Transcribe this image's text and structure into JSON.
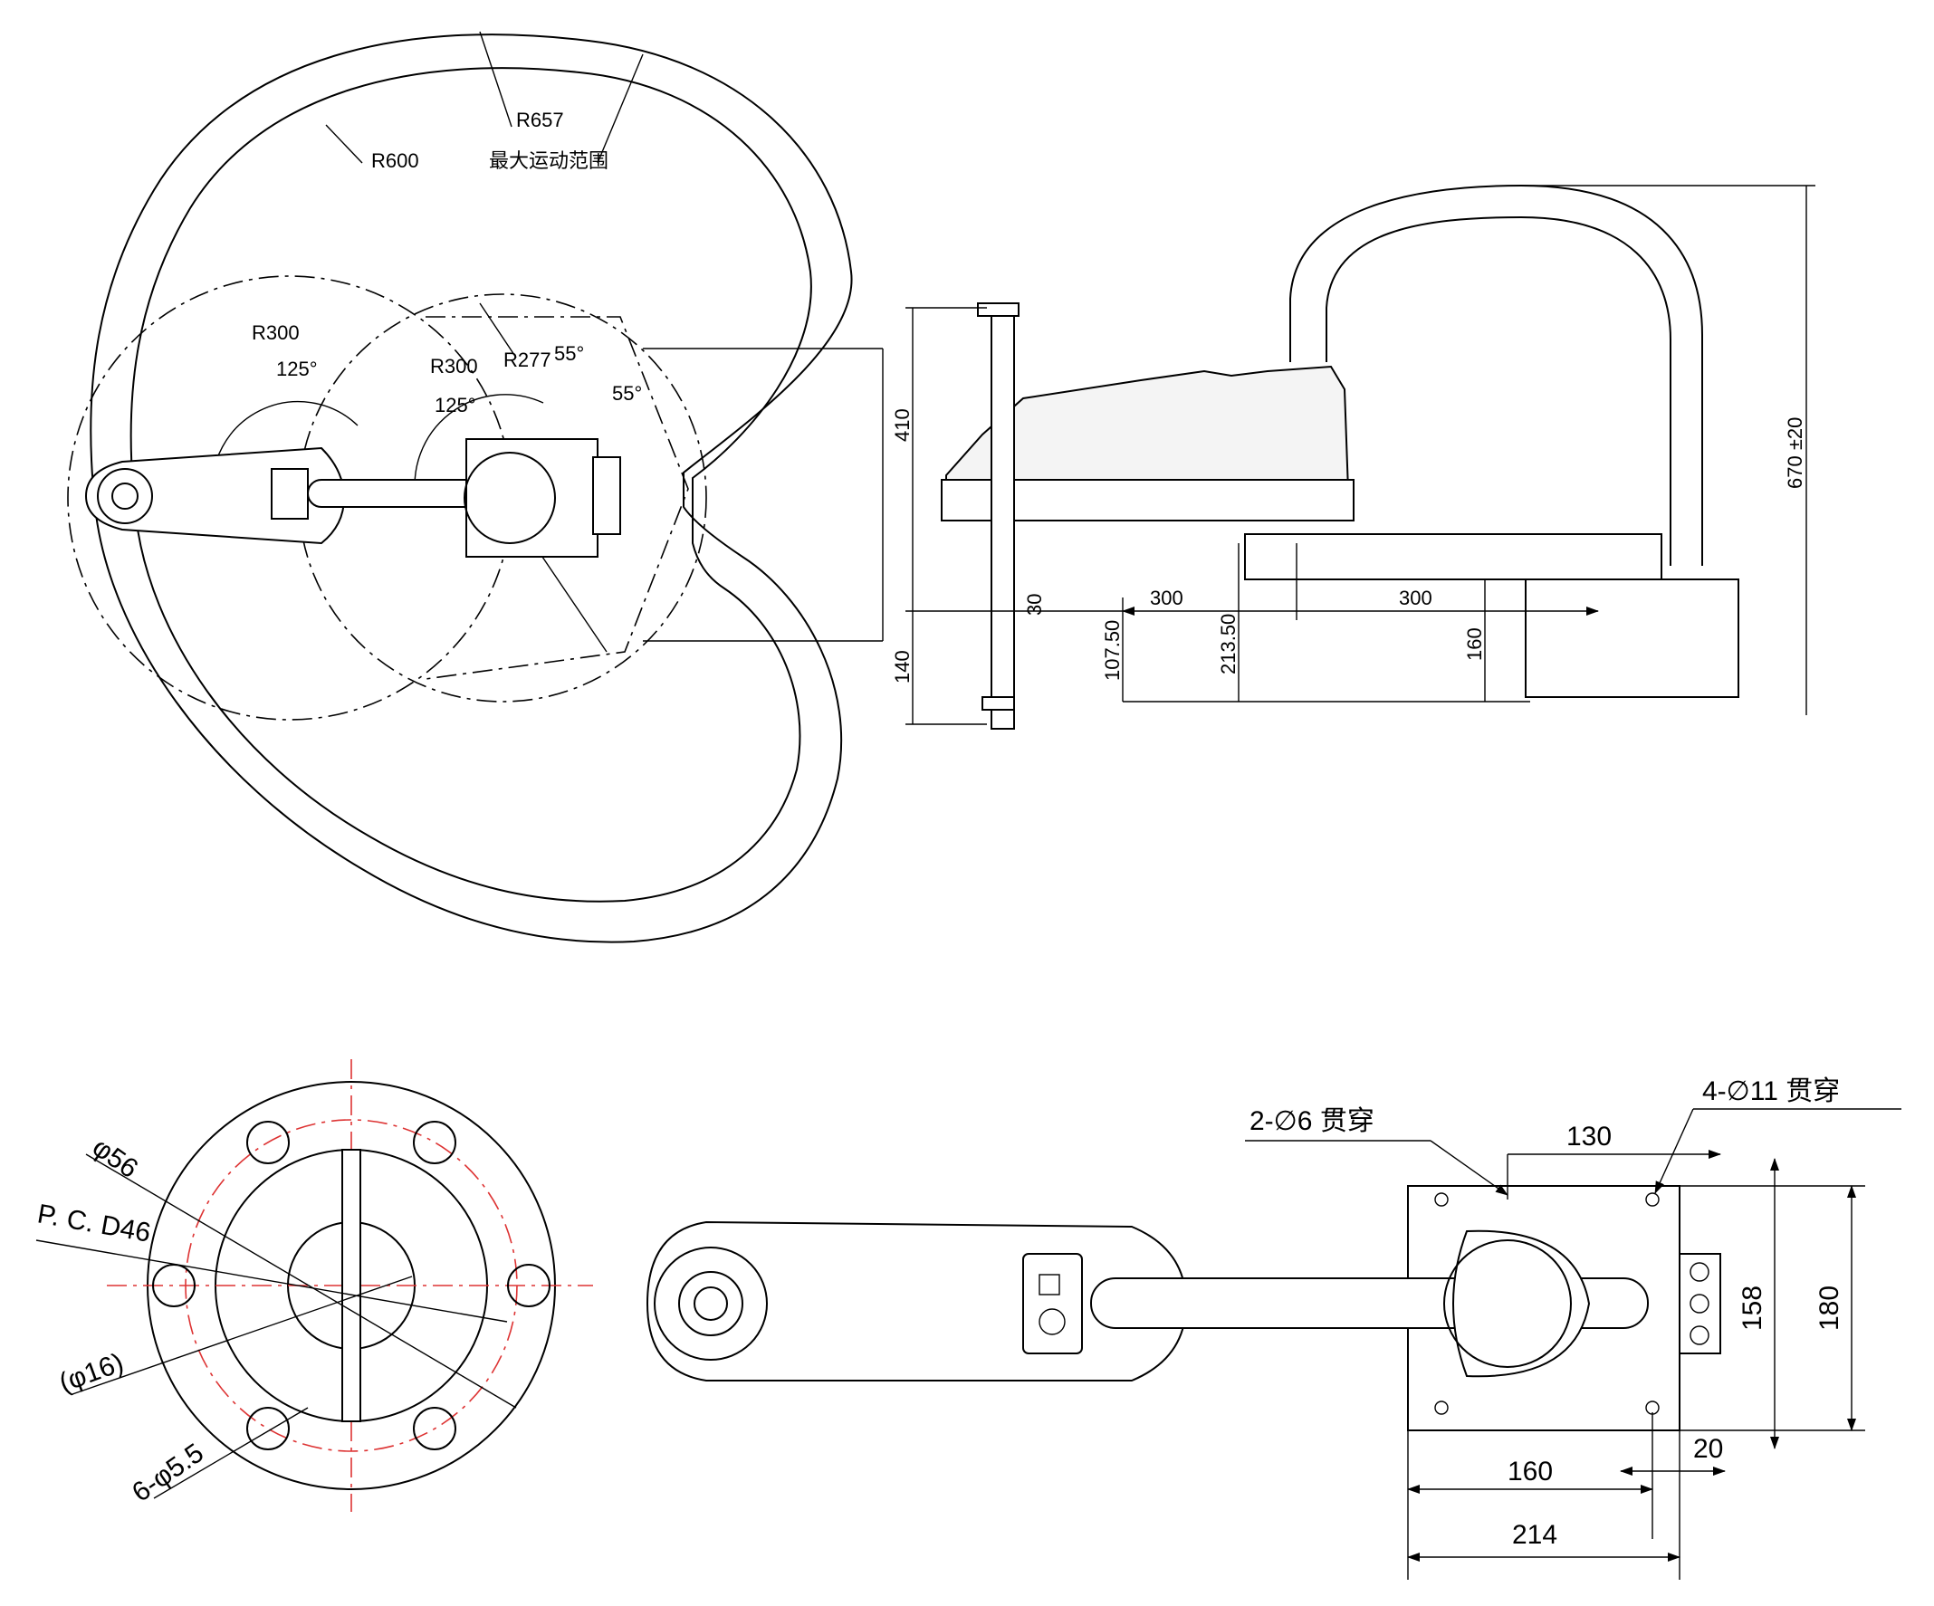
{
  "reach_view": {
    "radii": {
      "r657": "R657",
      "r600": "R600",
      "max_range": "最大运动范围",
      "r300_a": "R300",
      "r300_b": "R300",
      "r277": "R277"
    },
    "angles": {
      "a125_a": "125°",
      "a125_b": "125°",
      "a55_a": "55°",
      "a55_b": "55°"
    }
  },
  "side_view": {
    "dims": {
      "d410": "410",
      "d140": "140",
      "d30": "30",
      "d107": "107.50",
      "d213": "213.50",
      "d300_a": "300",
      "d300_b": "300",
      "d160": "160",
      "d670": "670 ±20"
    }
  },
  "flange_view": {
    "labels": {
      "phi56": "φ56",
      "pcd": "P. C. D46",
      "phi16": "(φ16)",
      "holes": "6-φ5.5"
    }
  },
  "top_view": {
    "callouts": {
      "holes_small": "2-∅6 贯穿",
      "holes_large": "4-∅11 贯穿"
    },
    "dims": {
      "d130": "130",
      "d158": "158",
      "d180": "180",
      "d20": "20",
      "d160": "160",
      "d214": "214"
    }
  }
}
